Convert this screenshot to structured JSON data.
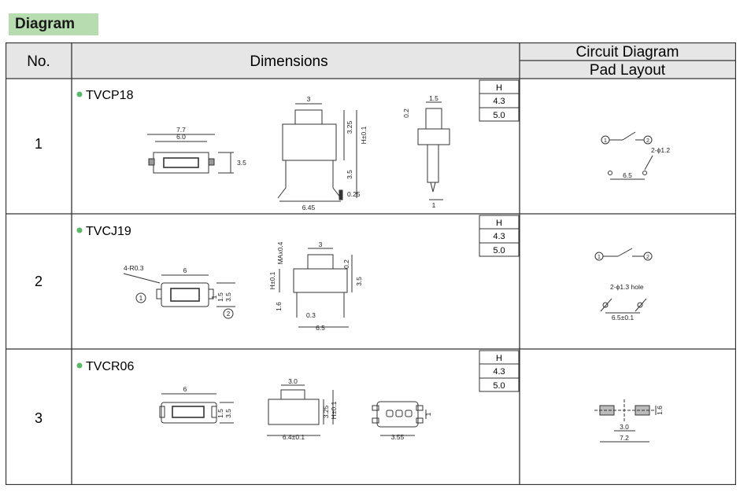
{
  "section_title": "Diagram",
  "header": {
    "no": "No.",
    "dimensions": "Dimensions",
    "circuit": "Circuit Diagram",
    "pad": "Pad Layout"
  },
  "rows": [
    {
      "no": "1",
      "model": "TVCP18",
      "h_header": "H",
      "h_values": [
        "4.3",
        "5.0"
      ],
      "dims": {
        "top_outer": "7.7",
        "top_inner": "6.0",
        "top_height": "3.5",
        "side_width": "3",
        "side_h1": "3.25",
        "side_h": "H±0.1",
        "side_lead": "3.5",
        "side_base": "6.45",
        "side_pin": "0.25",
        "end_width": "1.5",
        "end_top": "0.2",
        "end_pin": "1"
      },
      "pad": {
        "hole": "2-ϕ1.2",
        "pitch": "6.5",
        "pin1": "1",
        "pin2": "2"
      }
    },
    {
      "no": "2",
      "model": "TVCJ19",
      "h_header": "H",
      "h_values": [
        "4.3",
        "5.0"
      ],
      "dims": {
        "radius": "4-R0.3",
        "top_width": "6",
        "d1": "1",
        "d15": "1.5",
        "d35": "3.5",
        "side_max": "MAx0.4",
        "side_h": "H±0.1",
        "side_width": "3",
        "side_02": "0.2",
        "side_35": "3.5",
        "side_16": "1.6",
        "side_03": "0.3",
        "side_65": "6.5"
      },
      "pad": {
        "hole": "2-ϕ1.3 hole",
        "pitch": "6.5±0.1"
      }
    },
    {
      "no": "3",
      "model": "TVCR06",
      "h_header": "H",
      "h_values": [
        "4.3",
        "5.0"
      ],
      "dims": {
        "top_width": "6",
        "t15": "1.5",
        "t35": "3.5",
        "side_width": "3.0",
        "side_325": "3.25",
        "side_h": "H±0.1",
        "side_base": "6.4±0.1",
        "bot_1": "1",
        "bot_355": "3.55"
      },
      "pad": {
        "pad_h": "1.6",
        "inner": "3.0",
        "outer": "7.2"
      }
    }
  ]
}
